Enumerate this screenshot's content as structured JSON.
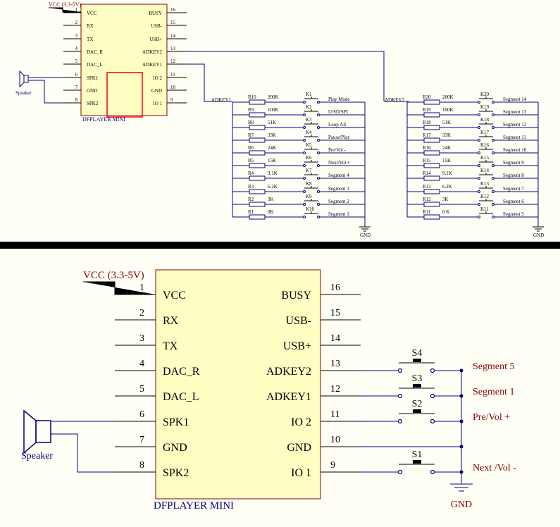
{
  "top": {
    "vcc_label": "VCC (3.3-5V)",
    "chip_name": "DFPLAYER MINI",
    "speaker_label": "Speaker",
    "left_pins": [
      {
        "num": "1",
        "name": "VCC"
      },
      {
        "num": "2",
        "name": "RX"
      },
      {
        "num": "3",
        "name": "TX"
      },
      {
        "num": "4",
        "name": "DAC_R"
      },
      {
        "num": "5",
        "name": "DAC_L"
      },
      {
        "num": "6",
        "name": "SPK1"
      },
      {
        "num": "7",
        "name": "GND"
      },
      {
        "num": "8",
        "name": "SPK2"
      }
    ],
    "right_pins": [
      {
        "num": "16",
        "name": "BUSY"
      },
      {
        "num": "15",
        "name": "USB-"
      },
      {
        "num": "14",
        "name": "USB+"
      },
      {
        "num": "13",
        "name": "ADKEY2"
      },
      {
        "num": "12",
        "name": "ADKEY1"
      },
      {
        "num": "11",
        "name": "IO 2"
      },
      {
        "num": "10",
        "name": "GND"
      },
      {
        "num": "9",
        "name": "IO 1"
      }
    ],
    "net1": "ADKEY1",
    "net2": "ADKEY2",
    "gnd": "GND",
    "ladder1": [
      {
        "r": "R10",
        "v": "200K",
        "k": "K1",
        "f": "Play Mode"
      },
      {
        "r": "R9",
        "v": "100K",
        "k": "K2",
        "f": "U/SD/SPI"
      },
      {
        "r": "R8",
        "v": "51K",
        "k": "K3",
        "f": "Loop All"
      },
      {
        "r": "R7",
        "v": "33K",
        "k": "K4",
        "f": "Pause/Play"
      },
      {
        "r": "R6",
        "v": "24K",
        "k": "K5",
        "f": "Pre/Vol -"
      },
      {
        "r": "R5",
        "v": "15K",
        "k": "K6",
        "f": "Next/Vol +"
      },
      {
        "r": "R4",
        "v": "9.1K",
        "k": "K7",
        "f": "Segment 4"
      },
      {
        "r": "R3",
        "v": "6.2K",
        "k": "K8",
        "f": "Segment 3"
      },
      {
        "r": "R2",
        "v": "3K",
        "k": "K9",
        "f": "Segment 2"
      },
      {
        "r": "R1",
        "v": "0K",
        "k": "K10",
        "f": "Segment 1"
      }
    ],
    "ladder2": [
      {
        "r": "R20",
        "v": "200K",
        "k": "K20",
        "f": "Segment 14"
      },
      {
        "r": "R19",
        "v": "100K",
        "k": "K19",
        "f": "Segment 13"
      },
      {
        "r": "R18",
        "v": "51K",
        "k": "K18",
        "f": "Segment 12"
      },
      {
        "r": "R17",
        "v": "33K",
        "k": "K17",
        "f": "Segment 11"
      },
      {
        "r": "R16",
        "v": "24K",
        "k": "K16",
        "f": "Segment 10"
      },
      {
        "r": "R15",
        "v": "15K",
        "k": "K15",
        "f": "Segment 9"
      },
      {
        "r": "R14",
        "v": "9.1K",
        "k": "K14",
        "f": "Segment 8"
      },
      {
        "r": "R13",
        "v": "6.2K",
        "k": "K13",
        "f": "Segment 7"
      },
      {
        "r": "R12",
        "v": "3K",
        "k": "K12",
        "f": "Segment 6"
      },
      {
        "r": "R11",
        "v": "0 K",
        "k": "K11",
        "f": "Segment 5"
      }
    ]
  },
  "bottom": {
    "vcc_label": "VCC (3.3-5V)",
    "chip_name": "DFPLAYER MINI",
    "speaker_label": "Speaker",
    "gnd": "GND",
    "left_pins": [
      {
        "num": "1",
        "name": "VCC"
      },
      {
        "num": "2",
        "name": "RX"
      },
      {
        "num": "3",
        "name": "TX"
      },
      {
        "num": "4",
        "name": "DAC_R"
      },
      {
        "num": "5",
        "name": "DAC_L"
      },
      {
        "num": "6",
        "name": "SPK1"
      },
      {
        "num": "7",
        "name": "GND"
      },
      {
        "num": "8",
        "name": "SPK2"
      }
    ],
    "right_pins": [
      {
        "num": "16",
        "name": "BUSY"
      },
      {
        "num": "15",
        "name": "USB-"
      },
      {
        "num": "14",
        "name": "USB+"
      },
      {
        "num": "13",
        "name": "ADKEY2"
      },
      {
        "num": "12",
        "name": "ADKEY1"
      },
      {
        "num": "11",
        "name": "IO 2"
      },
      {
        "num": "10",
        "name": "GND"
      },
      {
        "num": "9",
        "name": "IO 1"
      }
    ],
    "switches": [
      {
        "name": "S4",
        "label": "Segment 5"
      },
      {
        "name": "S3",
        "label": "Segment 1"
      },
      {
        "name": "S2",
        "label": "Pre/Vol +"
      },
      {
        "name": "S1",
        "label": "Next /Vol -"
      }
    ]
  },
  "colors": {
    "wire": "#000080",
    "chip_fill": "#ffffc4",
    "chip_border": "#8b0000",
    "label": "#8b0000",
    "divider": "#000000"
  }
}
